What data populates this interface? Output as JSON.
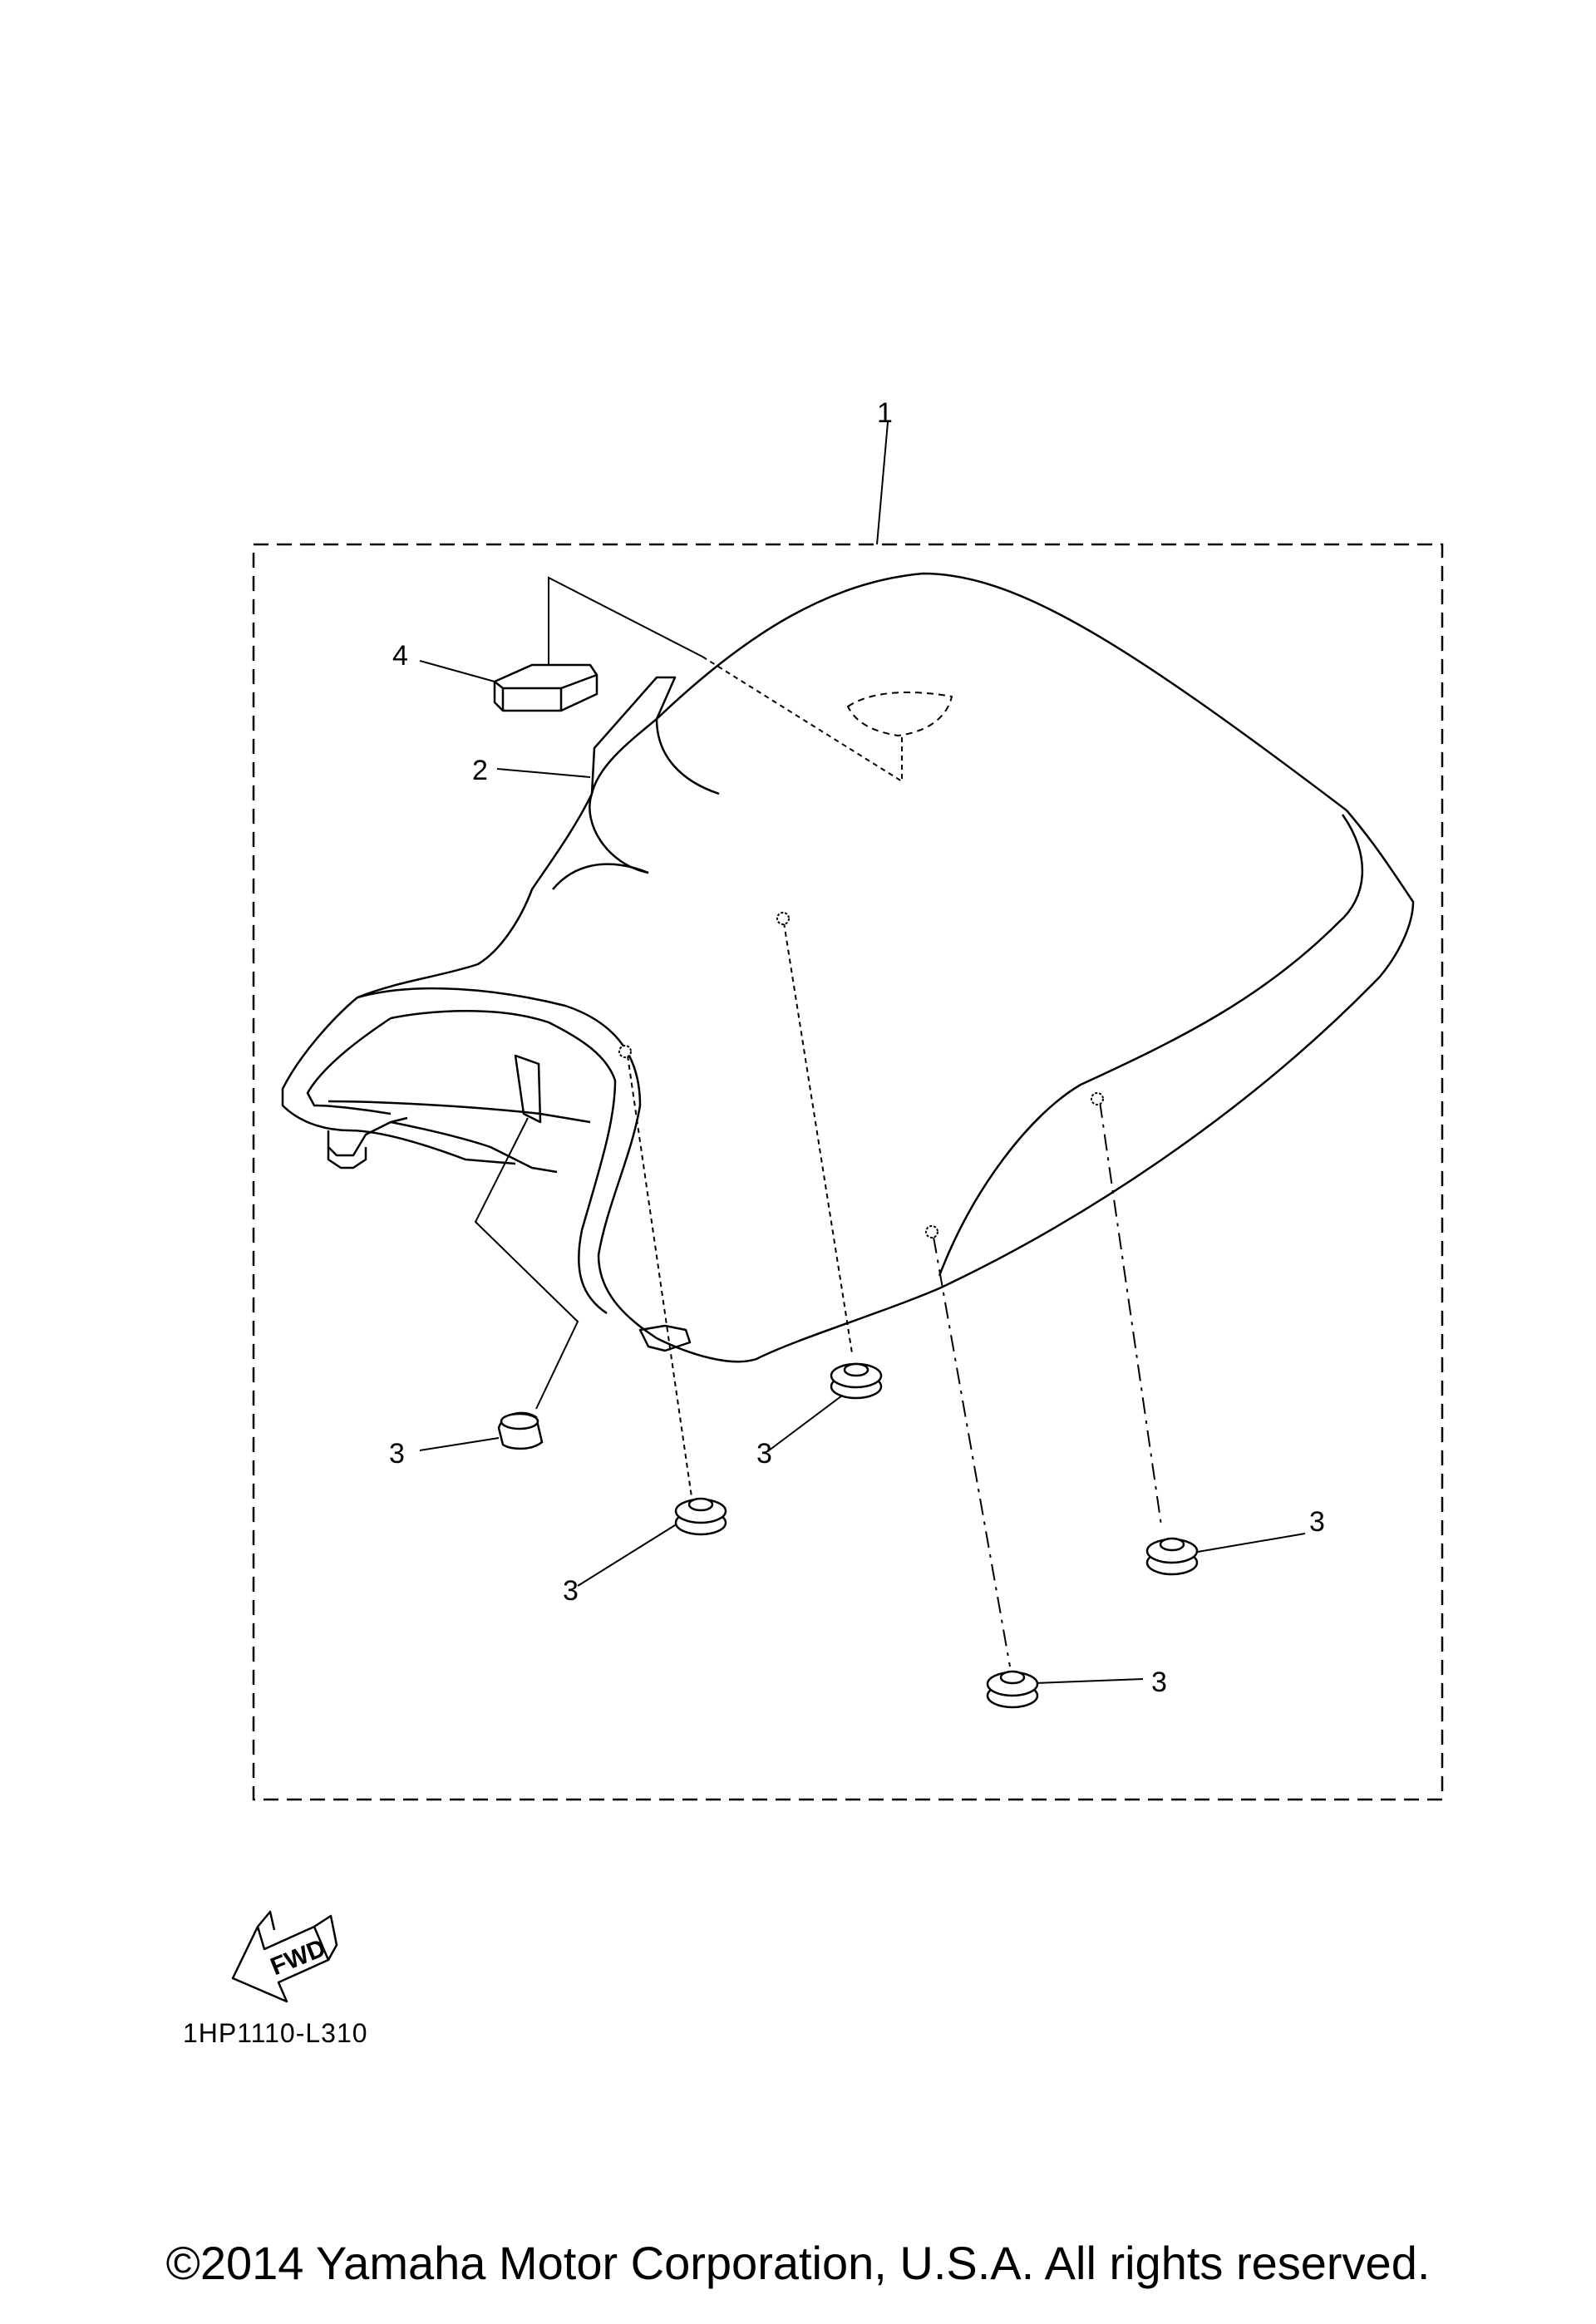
{
  "diagram": {
    "callouts": {
      "part1": "1",
      "part2": "2",
      "part3": "3",
      "part4": "4"
    },
    "direction_label": "FWD",
    "diagram_code": "1HP1110-L310",
    "copyright": "©2014 Yamaha Motor Corporation, U.S.A. All rights reserved."
  },
  "colors": {
    "line": "#000000",
    "background": "#ffffff"
  }
}
